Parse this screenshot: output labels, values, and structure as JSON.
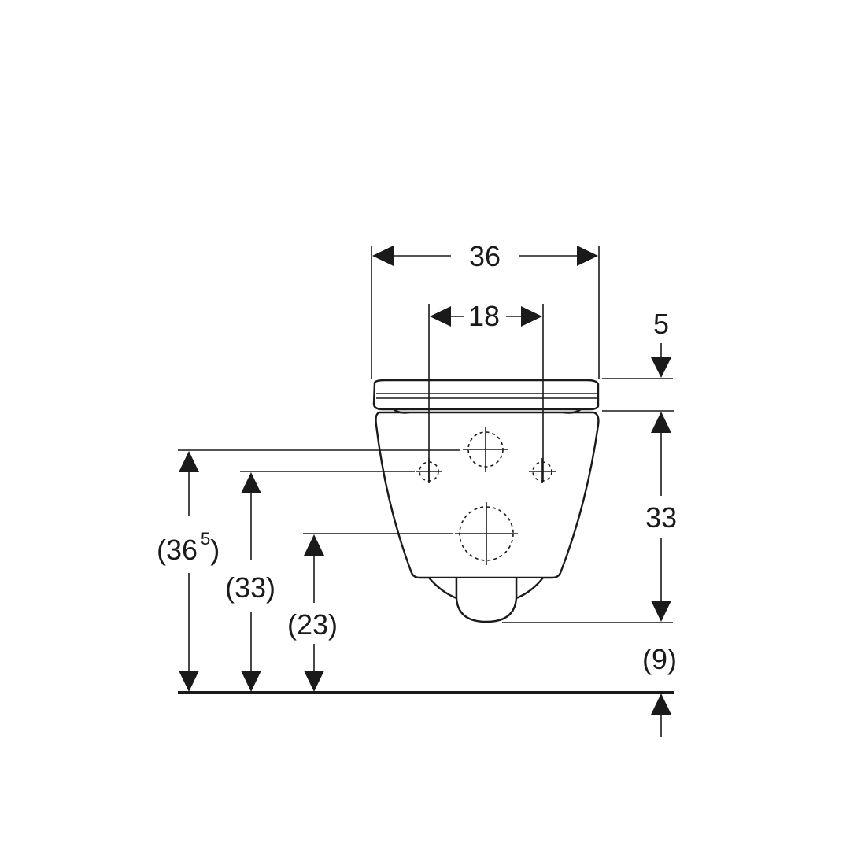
{
  "dimensions": {
    "overall_width": "36",
    "fixing_spacing": "18",
    "seat_thickness": "5",
    "bowl_height": "33",
    "floor_clearance": "(9)",
    "supply_height_main": "(36",
    "supply_height_sup": "5",
    "supply_height_close": ")",
    "fixing_height": "(33)",
    "outlet_height": "(23)"
  },
  "colors": {
    "line": "#1a1a1a",
    "background": "#ffffff"
  }
}
